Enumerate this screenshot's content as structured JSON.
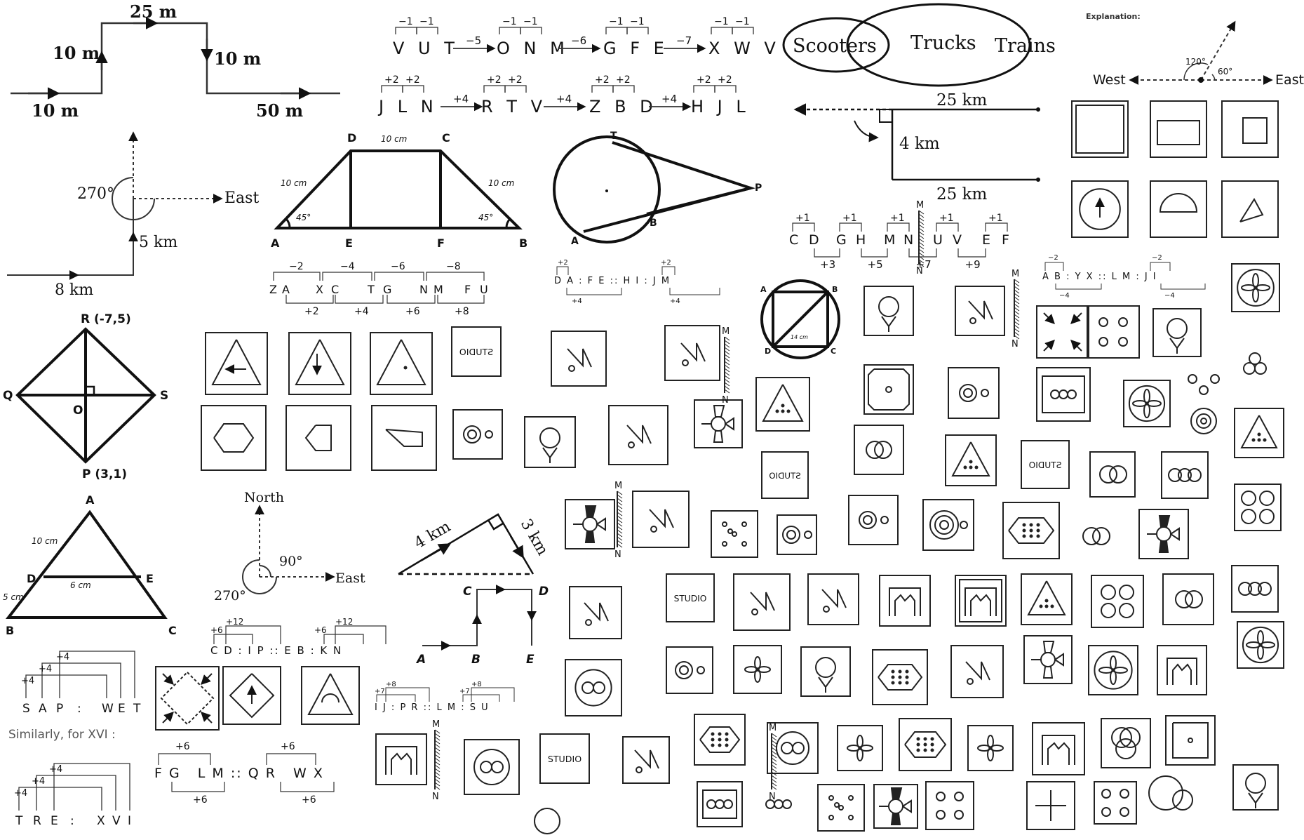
{
  "dir_a": {
    "top": "25 m",
    "left": "10 m",
    "right": "10 m",
    "bottom_left": "10 m",
    "bottom_right": "50 m"
  },
  "dir_b": {
    "angle": "270°",
    "east": "East",
    "up": "5 km",
    "bottom": "8 km"
  },
  "rhombus": {
    "R": "R (-7,5)",
    "Q": "Q",
    "S": "S",
    "O": "O",
    "P": "P (3,1)"
  },
  "triangle": {
    "A": "A",
    "D": "D",
    "E": "E",
    "B": "B",
    "C": "C",
    "side": "10 cm",
    "mid": "6 cm",
    "low": "5 cm"
  },
  "dir_c": {
    "north": "North",
    "east": "East",
    "a90": "90°",
    "a270": "270°"
  },
  "letter_left": {
    "top_letters": [
      "S",
      "A",
      "P",
      ":",
      "W",
      "E",
      "T"
    ],
    "top_offsets": [
      "+4",
      "+4",
      "+4"
    ],
    "similarly": "Similarly, for XVI :",
    "bot_letters": [
      "T",
      "R",
      "E",
      ":",
      "X",
      "V",
      "I"
    ],
    "bot_offsets": [
      "+4",
      "+4",
      "+4"
    ]
  },
  "trap": {
    "A": "A",
    "B": "B",
    "C": "C",
    "D": "D",
    "E": "E",
    "F": "F",
    "top": "10 cm",
    "left": "10 cm",
    "right": "10 cm",
    "a1": "45°",
    "a2": "45°"
  },
  "zax": {
    "letters": [
      "Z",
      "A",
      "X",
      "C",
      "T",
      "G",
      "N",
      "M",
      "F",
      "U"
    ],
    "top": [
      "−2",
      "−4",
      "−6",
      "−8"
    ],
    "bottom": [
      "+2",
      "+4",
      "+6",
      "+8"
    ]
  },
  "cdip": {
    "text": "C D : I P :: E B : K N",
    "top": [
      "+6",
      "+12",
      "+6",
      "+12"
    ]
  },
  "fglm": {
    "text": "F G   L M :: Q R   W X",
    "top": [
      "+6",
      "+6"
    ],
    "bottom": [
      "+6",
      "+6"
    ]
  },
  "series1": {
    "groups": [
      "V U T",
      "O N M",
      "G F E",
      "X W V"
    ],
    "arrows": [
      "−5",
      "−6",
      "−7"
    ],
    "tops": [
      "−1",
      "−1"
    ]
  },
  "series2": {
    "groups": [
      "J L N",
      "R T V",
      "Z B D",
      "H J L"
    ],
    "arrows": [
      "+4",
      "+4",
      "+4"
    ],
    "tops": [
      "+2",
      "+2"
    ]
  },
  "circle": {
    "T": "T",
    "P": "P",
    "A": "A",
    "B": "B"
  },
  "dafe": {
    "text": "D A : F E :: H I : J M",
    "top": [
      "+2",
      "+2"
    ],
    "bottom": [
      "+4",
      "+4"
    ]
  },
  "ijpr": {
    "text": "I J : P R :: L M : S U",
    "top": [
      "+7",
      "+8",
      "+7",
      "+8"
    ]
  },
  "rt_tri": {
    "a": "4 km",
    "b": "3 km"
  },
  "path_bcde": {
    "A": "A",
    "B": "B",
    "C": "C",
    "D": "D",
    "E": "E"
  },
  "venn": {
    "a": "Scooters",
    "b": "Trucks",
    "c": "Trains"
  },
  "dist": {
    "top": "25 km",
    "mid": "4 km",
    "bottom": "25 km"
  },
  "cdgh": {
    "letters": [
      "C",
      "D",
      "G",
      "H",
      "M",
      "N",
      "U",
      "V",
      "E",
      "F"
    ],
    "top": [
      "+1",
      "+1",
      "+1",
      "+1",
      "+1"
    ],
    "bottom": [
      "+3",
      "+5",
      "+7",
      "+9"
    ]
  },
  "square_diag": {
    "A": "A",
    "B": "B",
    "C": "C",
    "D": "D",
    "side": "14 cm"
  },
  "abyx": {
    "text": "A B : Y X :: L M : J I",
    "top": [
      "−2",
      "−2"
    ],
    "bottom": [
      "−4",
      "−4"
    ]
  },
  "explanation": {
    "label": "Explanation:",
    "west": "West",
    "east": "East",
    "a120": "120°",
    "a60": "60°"
  },
  "figures": {
    "studio": "STUDIO",
    "mirror_m": "M",
    "mirror_n": "N"
  }
}
